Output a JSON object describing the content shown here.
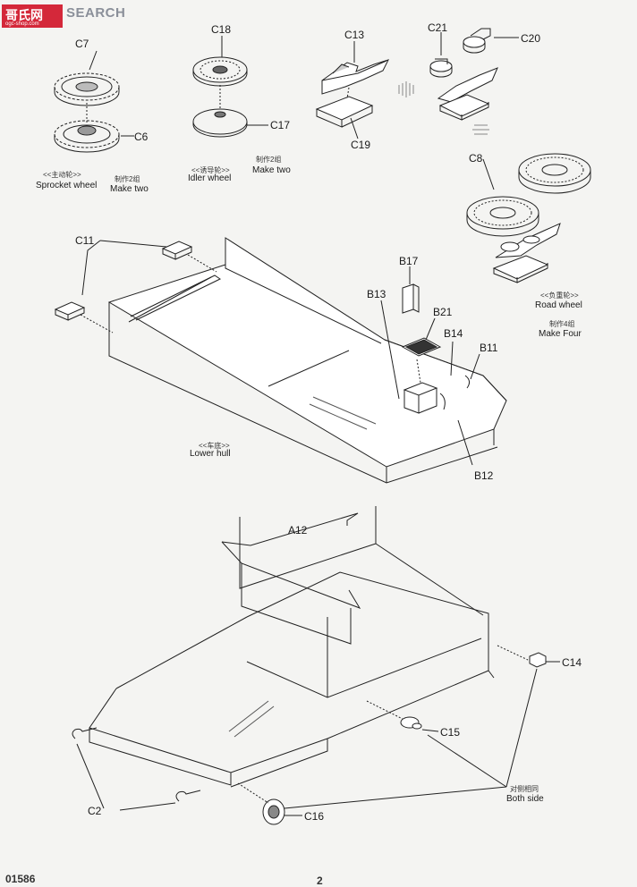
{
  "watermark": {
    "cjk": "哥氏网",
    "word": "SEARCH",
    "url": "ogc-shop.com"
  },
  "parts": {
    "c7": "C7",
    "c6": "C6",
    "c18": "C18",
    "c17": "C17",
    "c13": "C13",
    "c19": "C19",
    "c21": "C21",
    "c20": "C20",
    "c8": "C8",
    "c11": "C11",
    "b17": "B17",
    "b13": "B13",
    "b21": "B21",
    "b14": "B14",
    "b11": "B11",
    "b12": "B12",
    "a12": "A12",
    "c14": "C14",
    "c15": "C15",
    "c16": "C16",
    "c2": "C2"
  },
  "captions": {
    "sprocket_cn": "<<主动轮>>",
    "sprocket_en": "Sprocket wheel",
    "make_two_cn_1": "制作2组",
    "make_two_en_1": "Make two",
    "idler_cn": "<<诱导轮>>",
    "idler_en": "Idler wheel",
    "make_two_cn_2": "制作2组",
    "make_two_en_2": "Make two",
    "road_cn": "<<负重轮>>",
    "road_en": "Road wheel",
    "make_four_cn": "制作4组",
    "make_four_en": "Make Four",
    "hull_cn": "<<车底>>",
    "hull_en": "Lower hull",
    "both_cn": "对侧相同",
    "both_en": "Both side"
  },
  "footer": {
    "number": "01586",
    "page": "2"
  }
}
